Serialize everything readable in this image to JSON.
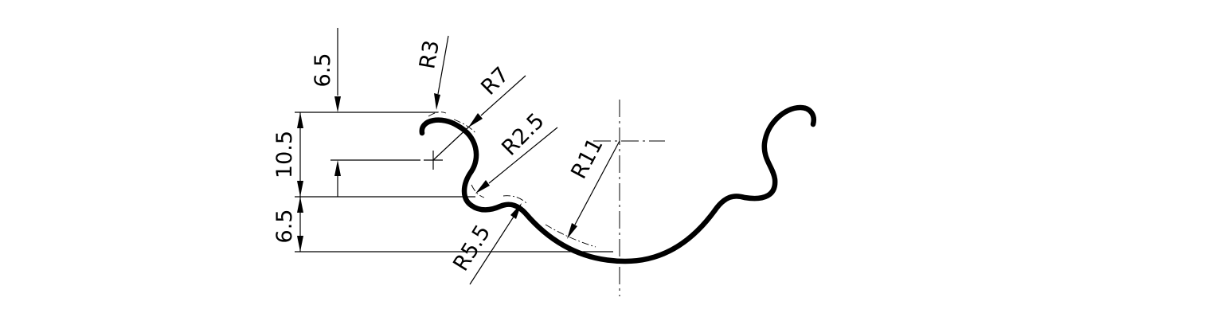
{
  "dimensions": {
    "top_gap": "6.5",
    "middle_height": "10.5",
    "bottom_gap": "6.5",
    "radius_r3": "R3",
    "radius_r7": "R7",
    "radius_r2_5": "R2.5",
    "radius_r11": "R11",
    "radius_r5_5": "R5.5"
  }
}
